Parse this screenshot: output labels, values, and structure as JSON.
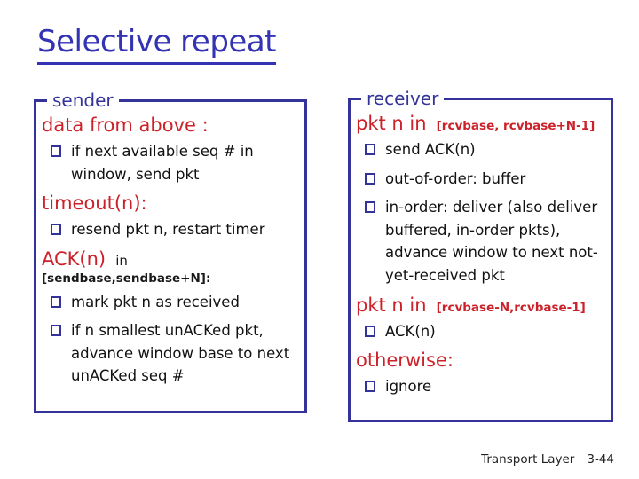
{
  "title": "Selective repeat",
  "colors": {
    "title_blue": "#3333b3",
    "box_border_blue": "#333399",
    "heading_red": "#cc2129",
    "body_black": "#111111"
  },
  "sender_box": {
    "legend": "sender",
    "sections": [
      {
        "heading": "data from above :",
        "bullets": [
          "if next available seq # in window, send pkt"
        ]
      },
      {
        "heading": "timeout(n):",
        "bullets": [
          "resend pkt n, restart timer"
        ]
      },
      {
        "heading": "ACK(n)",
        "heading_mid": "in",
        "heading_suffix": "[sendbase,sendbase+N]:",
        "bullets": [
          "mark pkt n as received",
          "if n smallest unACKed pkt, advance window base to next unACKed seq #"
        ]
      }
    ]
  },
  "receiver_box": {
    "legend": "receiver",
    "sections": [
      {
        "heading": "pkt n in",
        "heading_suffix": "[rcvbase, rcvbase+N-1]",
        "bullets": [
          "send ACK(n)",
          "out-of-order: buffer",
          "in-order: deliver (also deliver buffered, in-order pkts), advance window to next not-yet-received pkt"
        ]
      },
      {
        "heading": "pkt n in",
        "heading_suffix": "[rcvbase-N,rcvbase-1]",
        "bullets": [
          "ACK(n)"
        ]
      },
      {
        "heading": "otherwise:",
        "bullets": [
          "ignore"
        ]
      }
    ]
  },
  "footer": {
    "label": "Transport Layer",
    "page": "3-44"
  }
}
